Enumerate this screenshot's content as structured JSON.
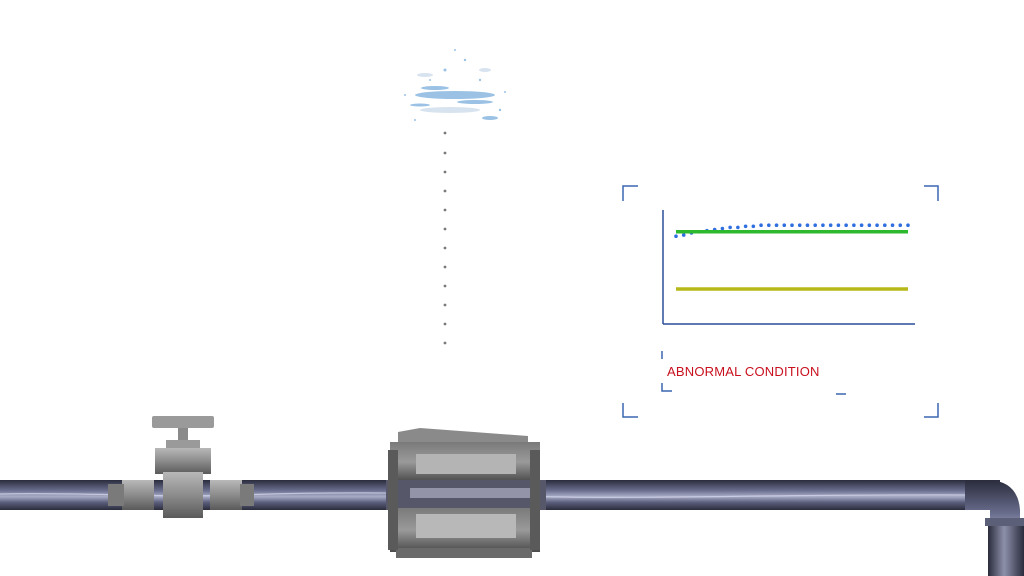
{
  "monitor": {
    "status_text": "ABNORMAL CONDITION",
    "status_color": "#c8101e",
    "frame_color": "#3a66b0"
  },
  "chart_data": {
    "type": "line",
    "title": "",
    "xlabel": "",
    "ylabel": "",
    "grid": false,
    "x": [
      0,
      1,
      2,
      3,
      4,
      5,
      6,
      7,
      8,
      9,
      10,
      11,
      12,
      13,
      14,
      15,
      16,
      17,
      18,
      19,
      20,
      21,
      22,
      23,
      24,
      25,
      26,
      27,
      28,
      29,
      30
    ],
    "series": [
      {
        "style": "dotted",
        "color": "#2f6fe0",
        "values": [
          0.78,
          0.79,
          0.81,
          0.82,
          0.83,
          0.84,
          0.85,
          0.86,
          0.86,
          0.87,
          0.87,
          0.88,
          0.88,
          0.88,
          0.88,
          0.88,
          0.88,
          0.88,
          0.88,
          0.88,
          0.88,
          0.88,
          0.88,
          0.88,
          0.88,
          0.88,
          0.88,
          0.88,
          0.88,
          0.88,
          0.88
        ]
      },
      {
        "style": "solid",
        "color": "#2db82d",
        "values": [
          0.82,
          0.82,
          0.82,
          0.82,
          0.82,
          0.82,
          0.82,
          0.82,
          0.82,
          0.82,
          0.82,
          0.82,
          0.82,
          0.82,
          0.82,
          0.82,
          0.82,
          0.82,
          0.82,
          0.82,
          0.82,
          0.82,
          0.82,
          0.82,
          0.82,
          0.82,
          0.82,
          0.82,
          0.82,
          0.82,
          0.82
        ]
      },
      {
        "style": "solid",
        "color": "#b5b818",
        "values": [
          0.3,
          0.3,
          0.3,
          0.3,
          0.3,
          0.3,
          0.3,
          0.3,
          0.3,
          0.3,
          0.3,
          0.3,
          0.3,
          0.3,
          0.3,
          0.3,
          0.3,
          0.3,
          0.3,
          0.3,
          0.3,
          0.3,
          0.3,
          0.3,
          0.3,
          0.3,
          0.3,
          0.3,
          0.3,
          0.3,
          0.3
        ]
      }
    ],
    "xlim": [
      0,
      30
    ],
    "ylim": [
      0,
      1
    ]
  },
  "scene": {
    "pipe_color": "#3d3f55",
    "valve_color": "#8a8a8a",
    "meter_color": "#6c6c6c",
    "droplet_color": "#8ab8e0"
  },
  "icons": [
    "valve-icon",
    "flow-meter-icon",
    "elbow-icon",
    "leak-spray-icon"
  ]
}
